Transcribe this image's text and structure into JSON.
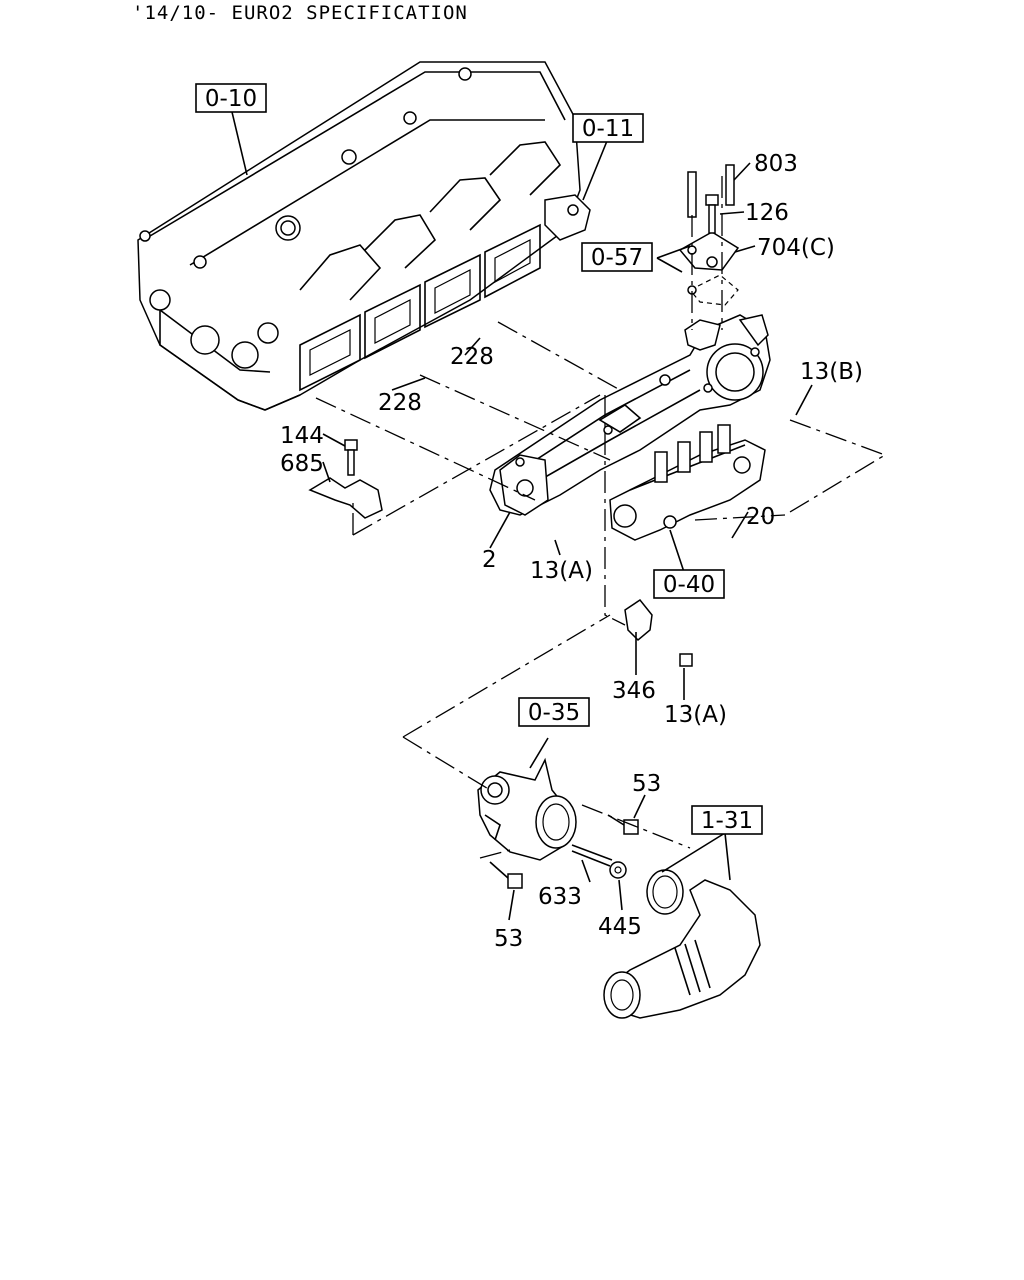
{
  "header": {
    "title": "'14/10- EURO2 SPECIFICATION"
  },
  "references": {
    "r0_10": "0-10",
    "r0_11": "0-11",
    "r0_57": "0-57",
    "r0_40": "0-40",
    "r0_35": "0-35",
    "r1_31": "1-31"
  },
  "parts": {
    "p803": "803",
    "p126": "126",
    "p704c": "704(C)",
    "p13b": "13(B)",
    "p228a": "228",
    "p228b": "228",
    "p144": "144",
    "p685": "685",
    "p2": "2",
    "p13a1": "13(A)",
    "p20": "20",
    "p346": "346",
    "p13a2": "13(A)",
    "p53a": "53",
    "p53b": "53",
    "p633": "633",
    "p445": "445"
  }
}
